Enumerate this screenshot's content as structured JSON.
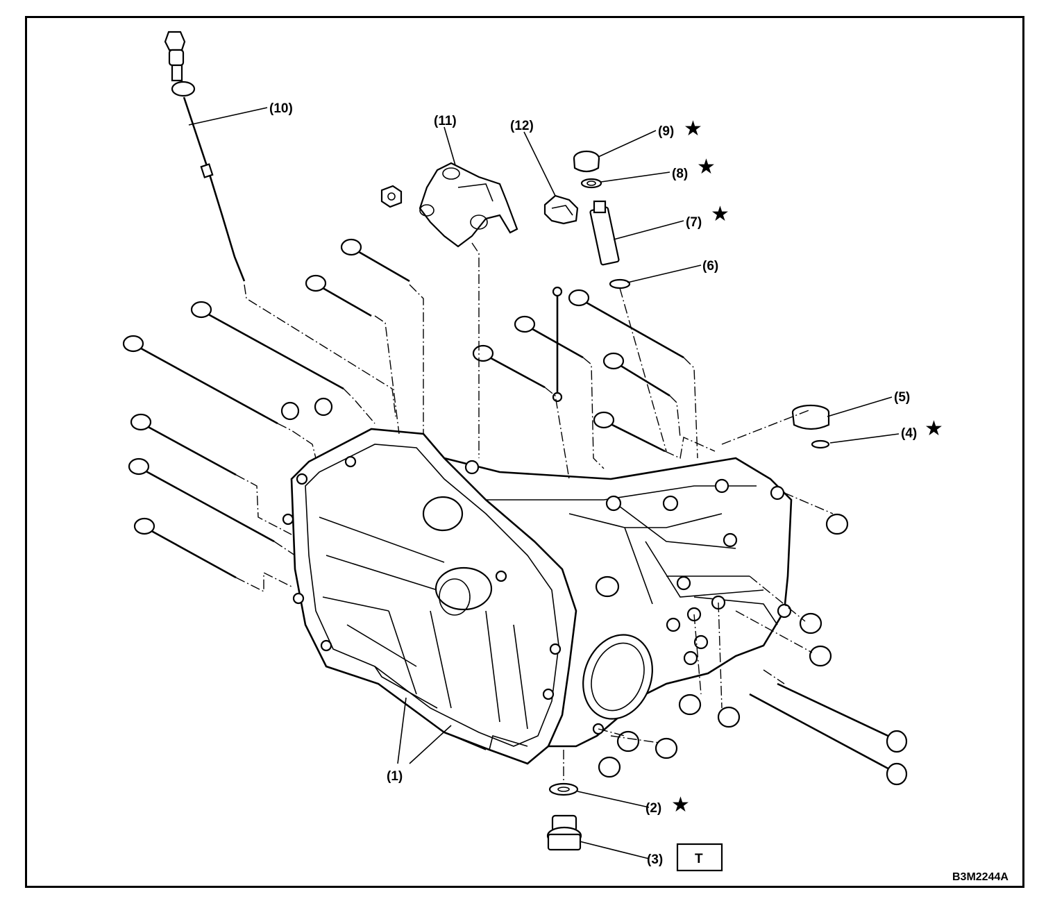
{
  "diagram": {
    "callouts": [
      {
        "id": "1",
        "text": "(1)"
      },
      {
        "id": "2",
        "text": "(2)",
        "star": true
      },
      {
        "id": "3",
        "text": "(3)",
        "box": "T"
      },
      {
        "id": "4",
        "text": "(4)",
        "star": true
      },
      {
        "id": "5",
        "text": "(5)"
      },
      {
        "id": "6",
        "text": "(6)"
      },
      {
        "id": "7",
        "text": "(7)",
        "star": true
      },
      {
        "id": "8",
        "text": "(8)",
        "star": true
      },
      {
        "id": "9",
        "text": "(9)",
        "star": true
      },
      {
        "id": "10",
        "text": "(10)"
      },
      {
        "id": "11",
        "text": "(11)"
      },
      {
        "id": "12",
        "text": "(12)"
      }
    ],
    "star_symbol": "★",
    "torque_box_label": "T",
    "figure_code": "B3M2244A"
  }
}
